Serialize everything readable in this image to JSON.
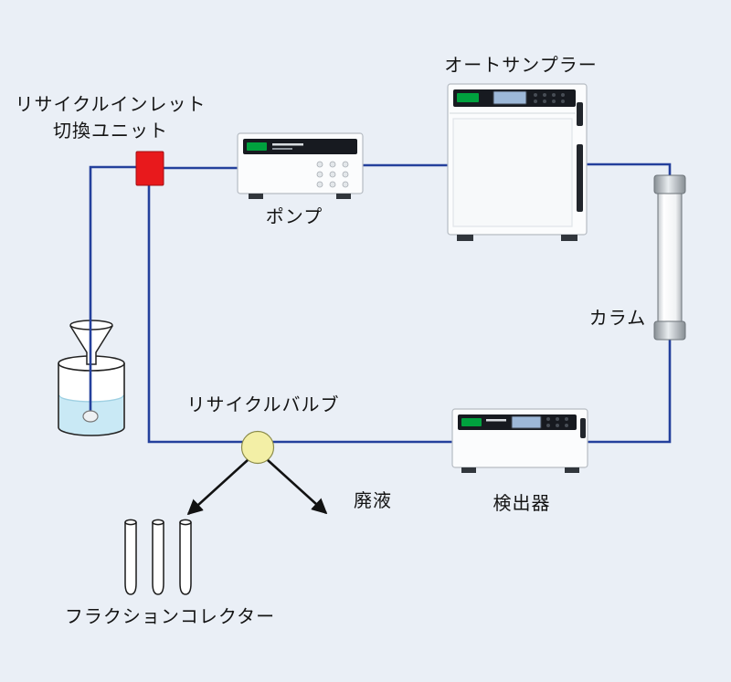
{
  "diagram": {
    "labels": {
      "autosampler": "オートサンプラー",
      "recycle_inlet_unit_line1": "リサイクルインレット",
      "recycle_inlet_unit_line2": "切換ユニット",
      "pump": "ポンプ",
      "column": "カラム",
      "recycle_valve": "リサイクルバルブ",
      "waste": "廃液",
      "detector": "検出器",
      "fraction_collector": "フラクションコレクター"
    },
    "colors": {
      "background": "#eaeff6",
      "tubing": "#24409c",
      "switch_unit_red": "#e8191c",
      "valve_yellow": "#f3efa6",
      "liquid_blue": "#c9e9f5",
      "arrow_black": "#121212",
      "brand_green": "#00a13e"
    },
    "components": [
      {
        "name": "solvent-bottle"
      },
      {
        "name": "recycle-inlet-switch-unit"
      },
      {
        "name": "pump-unit"
      },
      {
        "name": "autosampler-unit"
      },
      {
        "name": "column"
      },
      {
        "name": "detector-unit"
      },
      {
        "name": "recycle-valve"
      },
      {
        "name": "fraction-collector-tubes"
      },
      {
        "name": "waste-arrow"
      },
      {
        "name": "fraction-arrow"
      }
    ]
  }
}
